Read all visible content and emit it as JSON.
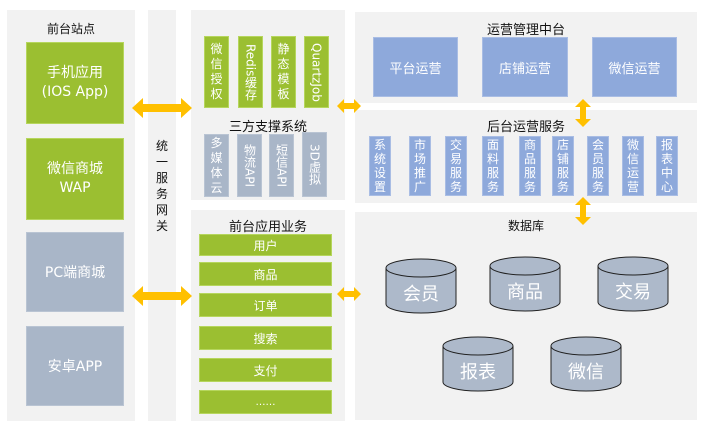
{
  "colors": {
    "panel_bg": "#f2f2f2",
    "green": "#9bbf31",
    "grey_blue": "#a9b6c8",
    "blue": "#8ea9db",
    "arrow": "#ffc000",
    "db_fill": "#adb9ca"
  },
  "frontend_sites": {
    "title": "前台站点",
    "items": [
      {
        "label_line1": "手机应用",
        "label_line2": "(IOS App)",
        "style": "green"
      },
      {
        "label_line1": "微信商城",
        "label_line2": "WAP",
        "style": "green"
      },
      {
        "label_line1": "PC端商城",
        "label_line2": "",
        "style": "grey"
      },
      {
        "label_line1": "安卓APP",
        "label_line2": "",
        "style": "grey"
      }
    ]
  },
  "gateway": {
    "label": "统一服务网关"
  },
  "third_party": {
    "title": "三方支撑系统",
    "top_items": [
      "微信授权",
      "Redis缓存",
      "静态模板",
      "QuartzJob"
    ],
    "bottom_items": [
      "多媒体云",
      "物流API",
      "短信API",
      "3D虚拟"
    ]
  },
  "frontend_business": {
    "title": "前台应用业务",
    "items": [
      "用户",
      "商品",
      "订单",
      "搜索",
      "支付",
      "……"
    ]
  },
  "ops_center": {
    "title": "运营管理中台",
    "items": [
      "平台运营",
      "店铺运营",
      "微信运营"
    ]
  },
  "backend_services": {
    "title": "后台运营服务",
    "items": [
      "系统设置",
      "市场推广",
      "交易服务",
      "面料服务",
      "商品服务",
      "店铺服务",
      "会员服务",
      "微信运营",
      "报表中心"
    ]
  },
  "database": {
    "title": "数据库",
    "items": [
      "会员",
      "商品",
      "交易",
      "报表",
      "微信"
    ]
  }
}
